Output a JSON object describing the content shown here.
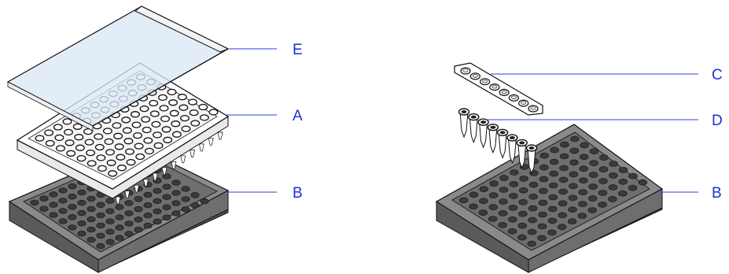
{
  "colors": {
    "label": "#1a2fd6",
    "leader": "#2b3de0",
    "tray_dark": "#555555",
    "tray_mid": "#7d7d7d",
    "tray_light": "#9a9a9a",
    "well_dark": "#3a3a3a",
    "plate_white": "#ffffff",
    "film": "#dfeaf6",
    "outline": "#111111"
  },
  "left_assembly": {
    "components": [
      {
        "id": "E",
        "label": "E",
        "part": "adhesive-cover-film"
      },
      {
        "id": "A",
        "label": "A",
        "part": "96-well-reaction-plate"
      },
      {
        "id": "B",
        "label": "B",
        "part": "plate-tray"
      }
    ]
  },
  "right_assembly": {
    "components": [
      {
        "id": "C",
        "label": "C",
        "part": "8-cap-strip"
      },
      {
        "id": "D",
        "label": "D",
        "part": "8-tube-strip"
      },
      {
        "id": "B",
        "label": "B",
        "part": "plate-tray"
      }
    ]
  }
}
